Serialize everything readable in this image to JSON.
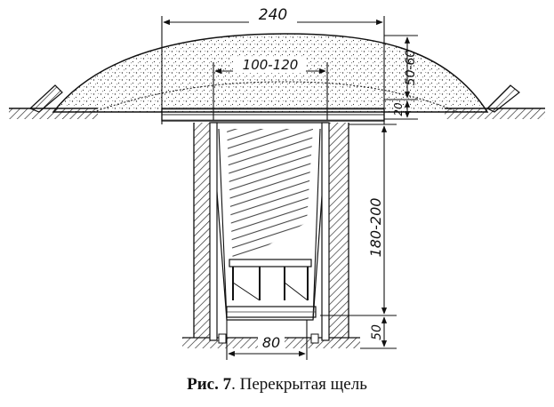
{
  "dimensions": {
    "roof_width": "240",
    "opening_width": "100-120",
    "cover_thickness": "50-60",
    "slab_thickness": "20",
    "trench_depth": "180-200",
    "floor_width": "80",
    "bottom_depth": "50"
  },
  "caption": {
    "label": "Рис. 7",
    "separator": ". ",
    "title": "Перекрытая щель"
  }
}
